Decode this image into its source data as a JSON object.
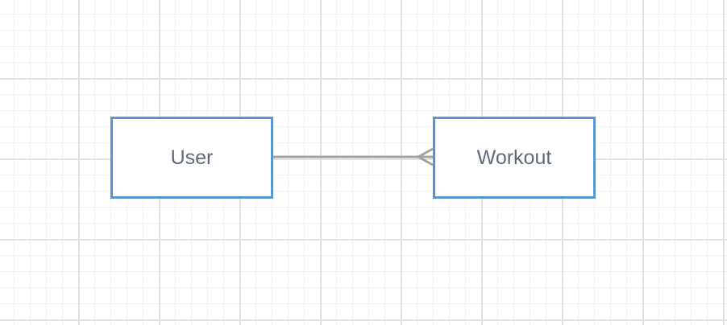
{
  "diagram": {
    "entities": [
      {
        "id": "user",
        "label": "User"
      },
      {
        "id": "workout",
        "label": "Workout"
      }
    ],
    "relationships": [
      {
        "from": "user",
        "to": "workout",
        "from_cardinality": "one",
        "to_cardinality": "many"
      }
    ]
  },
  "colors": {
    "entity_border": "#5b95d1",
    "entity_text": "#5f6b7a",
    "connector": "#a3a3a3",
    "grid_major": "#e2e2e2",
    "grid_minor": "#f1f1f1"
  }
}
